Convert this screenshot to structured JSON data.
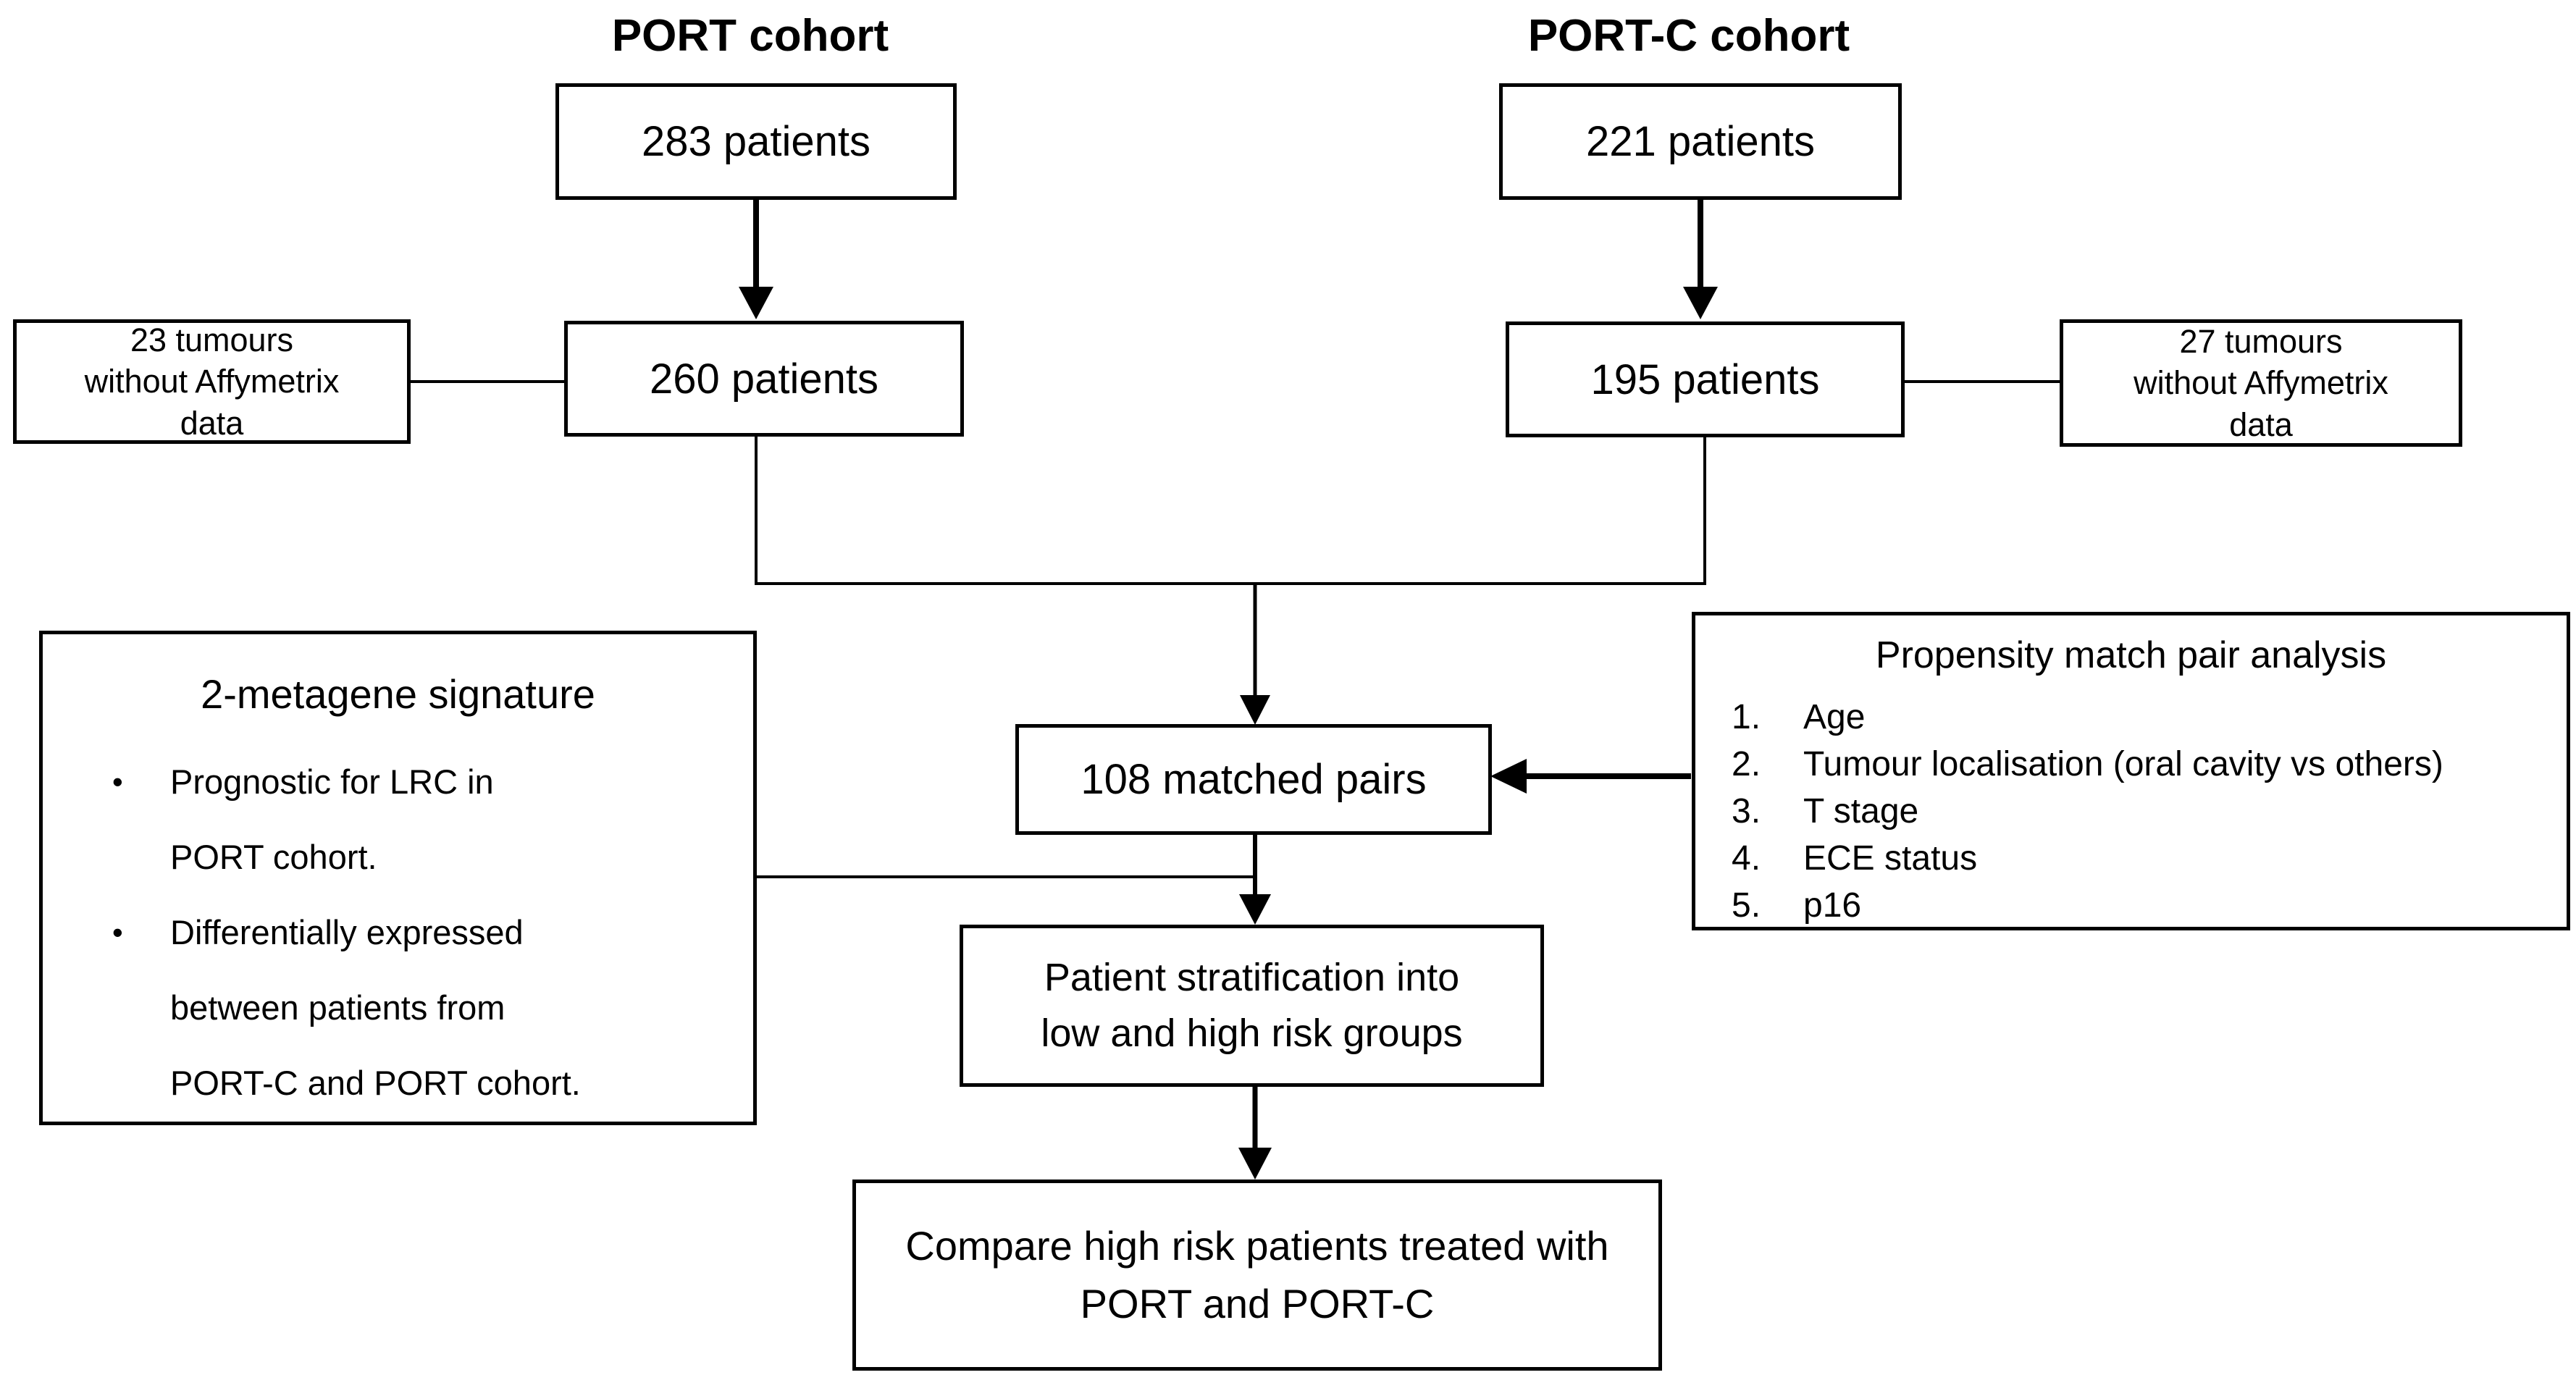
{
  "colors": {
    "line": "#000000",
    "text": "#000000",
    "background": "#ffffff"
  },
  "port": {
    "title": "PORT cohort",
    "initial_count": "283 patients",
    "after_exclusion": "260 patients",
    "excluded": {
      "lines": [
        "23 tumours",
        "without Affymetrix",
        "data"
      ]
    }
  },
  "portc": {
    "title": "PORT-C cohort",
    "initial_count": "221 patients",
    "after_exclusion": "195 patients",
    "excluded": {
      "lines": [
        "27 tumours",
        "without Affymetrix",
        "data"
      ]
    }
  },
  "matched_pairs": {
    "label": "108 matched pairs"
  },
  "metagene": {
    "title": "2-metagene signature",
    "bullet_char": "•",
    "bullets": [
      {
        "lines": [
          "Prognostic for LRC in",
          "PORT cohort."
        ]
      },
      {
        "lines": [
          "Differentially expressed",
          "between patients from",
          "PORT-C and PORT cohort."
        ]
      }
    ]
  },
  "propensity": {
    "title": "Propensity match pair analysis",
    "items": [
      {
        "num": "1.",
        "label": "Age"
      },
      {
        "num": "2.",
        "label": "Tumour localisation (oral cavity vs others)"
      },
      {
        "num": "3.",
        "label": "T stage"
      },
      {
        "num": "4.",
        "label": "ECE status"
      },
      {
        "num": "5.",
        "label": "p16"
      }
    ]
  },
  "stratification": {
    "lines": [
      "Patient stratification into",
      "low and high risk groups"
    ]
  },
  "compare": {
    "lines": [
      "Compare high risk patients treated with",
      "PORT and PORT-C"
    ]
  }
}
